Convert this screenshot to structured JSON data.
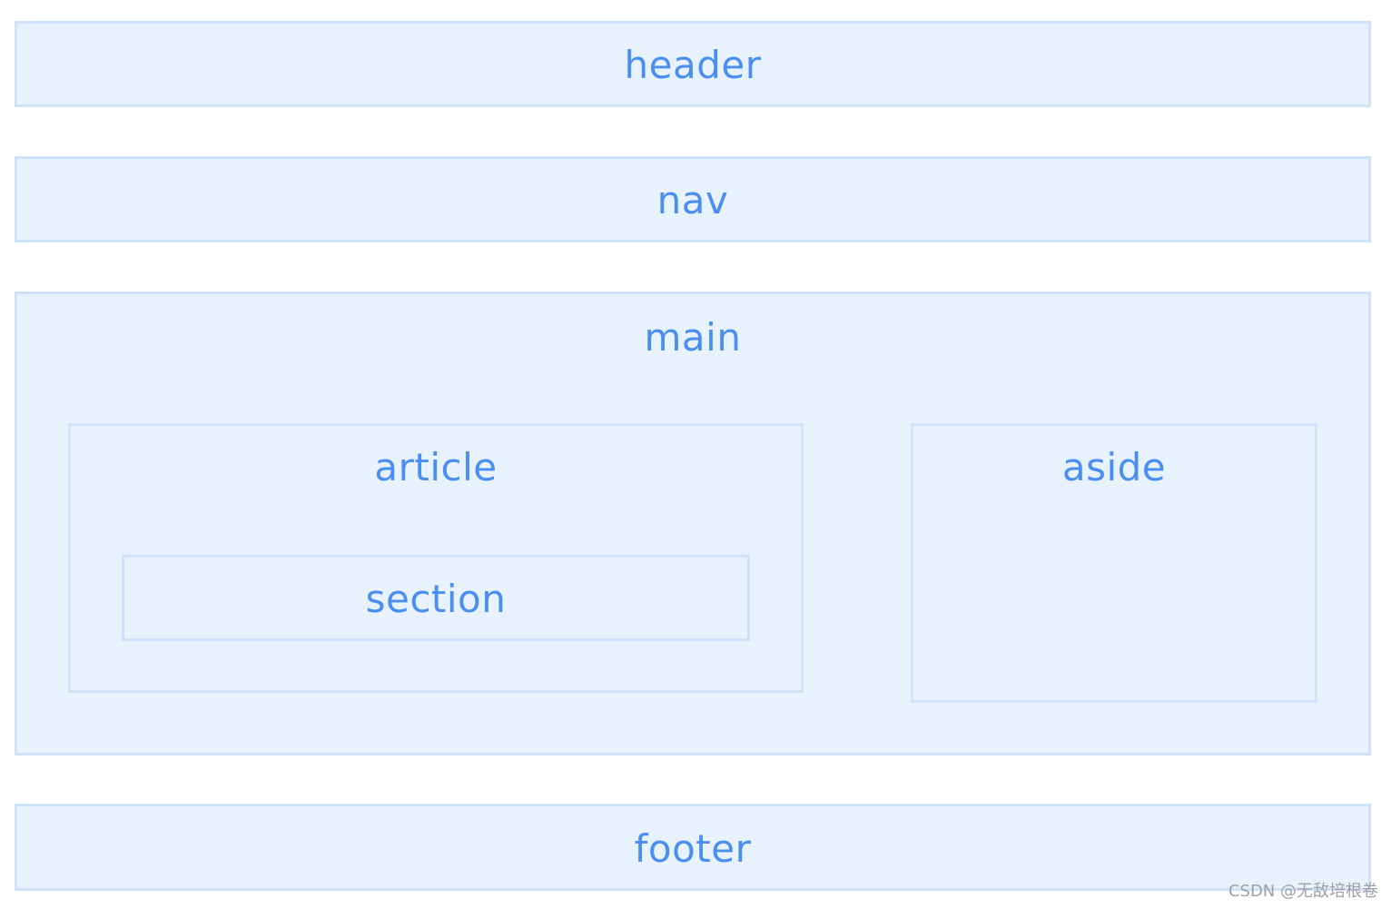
{
  "blocks": {
    "header": "header",
    "nav": "nav",
    "main": "main",
    "article": "article",
    "section": "section",
    "aside": "aside",
    "footer": "footer"
  },
  "watermark": "CSDN @无敌培根卷",
  "colors": {
    "box_fill": "#e8f2fd",
    "box_border": "#cfe2fa",
    "label_text": "#4a8ff0"
  }
}
